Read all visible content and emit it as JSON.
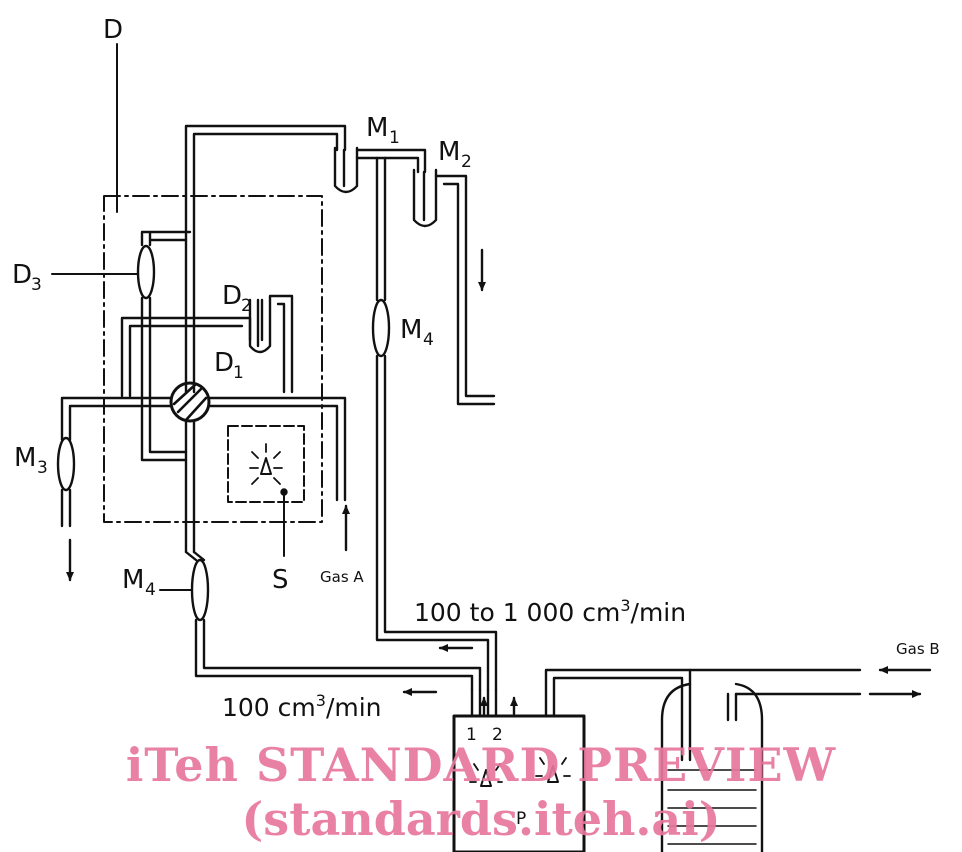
{
  "labels": {
    "D": "D",
    "D3": "D",
    "D3_sub": "3",
    "D2": "D",
    "D2_sub": "2",
    "D1": "D",
    "D1_sub": "1",
    "M1": "M",
    "M1_sub": "1",
    "M2": "M",
    "M2_sub": "2",
    "M3": "M",
    "M3_sub": "3",
    "M4_right": "M",
    "M4_right_sub": "4",
    "M4_left": "M",
    "M4_left_sub": "4",
    "S": "S",
    "P": "P",
    "port1": "1",
    "port2": "2",
    "gas_a": "Gas A",
    "gas_b": "Gas B"
  },
  "flows": {
    "high_text": "100 to 1 000 cm",
    "high_sup": "3",
    "high_unit": "/min",
    "low_text": "100 cm",
    "low_sup": "3",
    "low_unit": "/min"
  },
  "watermark": {
    "line1": "iTeh STANDARD PREVIEW",
    "line2": "(standards.iteh.ai)"
  }
}
